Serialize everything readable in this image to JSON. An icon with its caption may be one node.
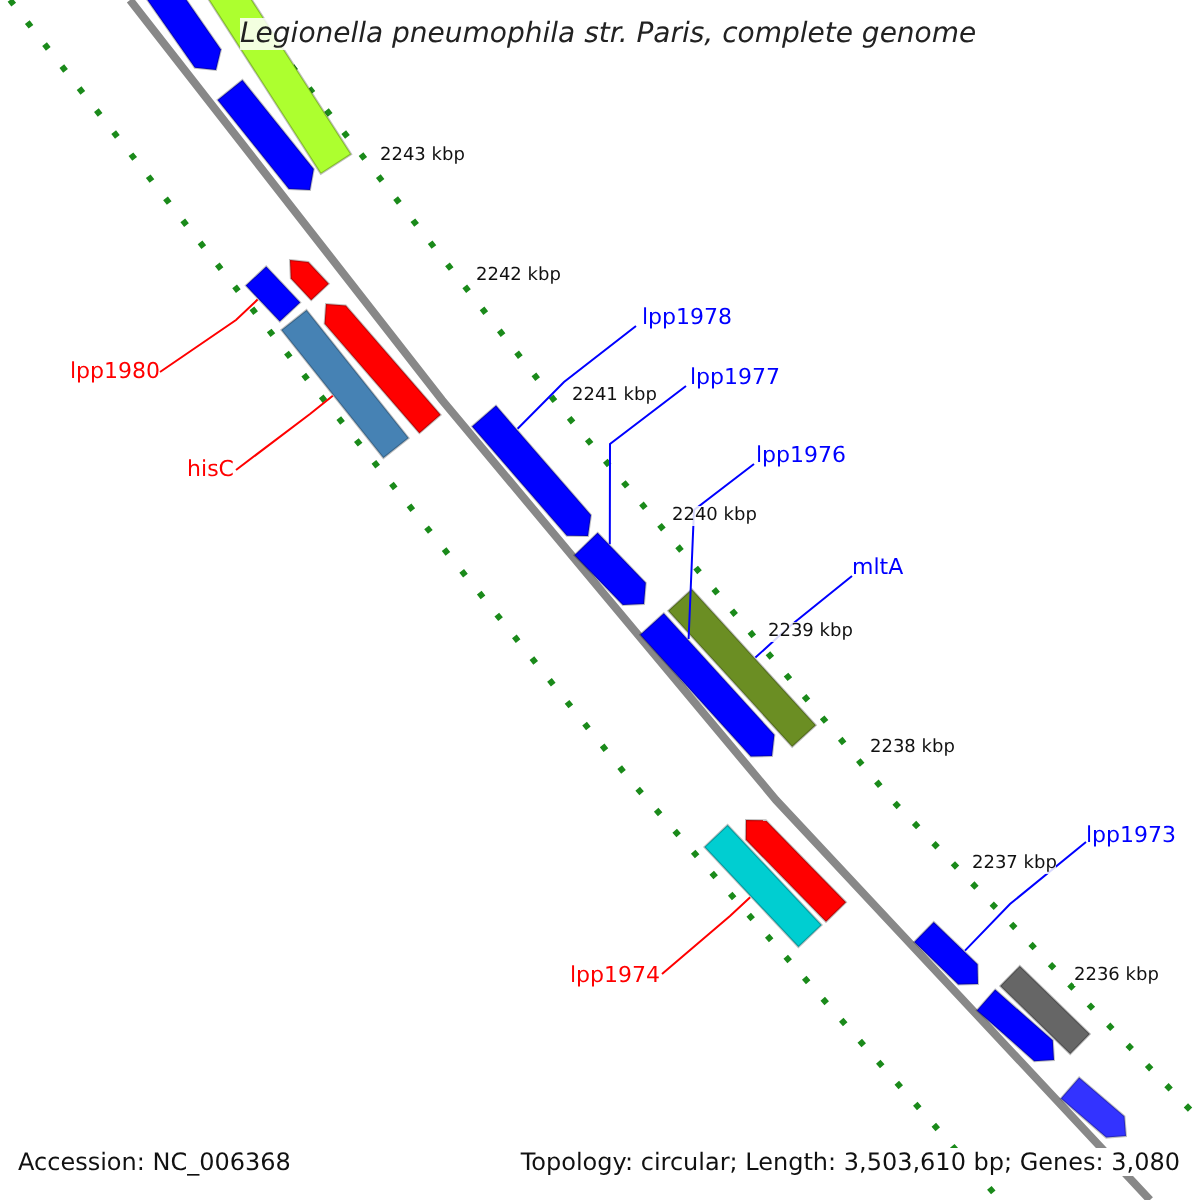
{
  "diagram": {
    "title": "Legionella pneumophila str. Paris, complete genome",
    "nodes": [
      {
        "text": [
          "lpp1978"
        ]
      },
      {
        "text": [
          "lpp1977"
        ]
      },
      {
        "text": [
          "lpp1980"
        ]
      },
      {
        "text": [
          "lpp1976"
        ]
      },
      {
        "text": [
          "hisC"
        ]
      },
      {
        "text": [
          "mltA"
        ]
      },
      {
        "text": [
          "lpp1973"
        ]
      },
      {
        "text": [
          "lpp1974"
        ]
      },
      {
        "text": [],
        "shape": "arrow"
      },
      {
        "text": [],
        "shape": "bar"
      },
      {
        "text": [],
        "shape": "arrow"
      },
      {
        "text": [],
        "shape": "arrow"
      },
      {
        "text": [],
        "shape": "bar"
      },
      {
        "text": [],
        "shape": "bar"
      },
      {
        "text": [],
        "shape": "arrow"
      },
      {
        "text": [],
        "shape": "arrow"
      },
      {
        "text": [],
        "shape": "arrow"
      },
      {
        "text": [],
        "shape": "bar"
      },
      {
        "text": [],
        "shape": "arrow"
      },
      {
        "text": [],
        "shape": "arrow"
      },
      {
        "text": [],
        "shape": "bar"
      },
      {
        "text": [],
        "shape": "arrow"
      },
      {
        "text": [],
        "shape": "bar"
      },
      {
        "text": [],
        "shape": "arrow"
      },
      {
        "text": [],
        "shape": "arrow"
      }
    ],
    "edges": [
      {
        "from": 0,
        "to": 15,
        "arrow": "none"
      },
      {
        "from": 1,
        "to": 16,
        "arrow": "none"
      },
      {
        "from": 2,
        "to": 12,
        "arrow": "none",
        "color": "#ff0000"
      },
      {
        "from": 3,
        "to": 18,
        "arrow": "none"
      },
      {
        "from": 4,
        "to": 13,
        "arrow": "none",
        "color": "#ff0000"
      },
      {
        "from": 5,
        "to": 17,
        "arrow": "none"
      },
      {
        "from": 6,
        "to": 21,
        "arrow": "none"
      },
      {
        "from": 7,
        "to": 20,
        "arrow": "none",
        "color": "#ff0000"
      }
    ],
    "labels": [
      "2243 kbp",
      "2242 kbp",
      "2241 kbp",
      "2240 kbp",
      "2239 kbp",
      "2238 kbp",
      "2237 kbp",
      "2236 kbp",
      "Accession: NC_006368",
      "Topology: circular; Length: 3,503,610 bp; Genes: 3,080"
    ]
  }
}
